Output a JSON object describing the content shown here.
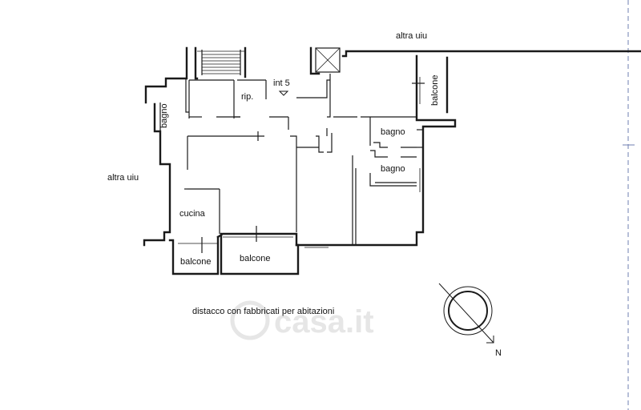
{
  "labels": {
    "altra_uiu_top": "altra uiu",
    "altra_uiu_left": "altra uiu",
    "int": "int 5",
    "rip": "rip.",
    "bagno_left": "bagno",
    "bagno_right_1": "bagno",
    "bagno_right_2": "bagno",
    "balcone_right": "balcone",
    "cucina": "cucina",
    "balcone_bottom_left": "balcone",
    "balcone_bottom_right": "balcone",
    "distacco": "distacco con fabbricati per abitazioni",
    "north": "N",
    "watermark": "casa.it"
  },
  "colors": {
    "ink": "#1a1a1a",
    "watermark": "#e6e6e6"
  },
  "icons": {
    "compass": "north-arrow-icon",
    "stairs": "stairs-icon",
    "elevator": "elevator-shaft-icon"
  }
}
